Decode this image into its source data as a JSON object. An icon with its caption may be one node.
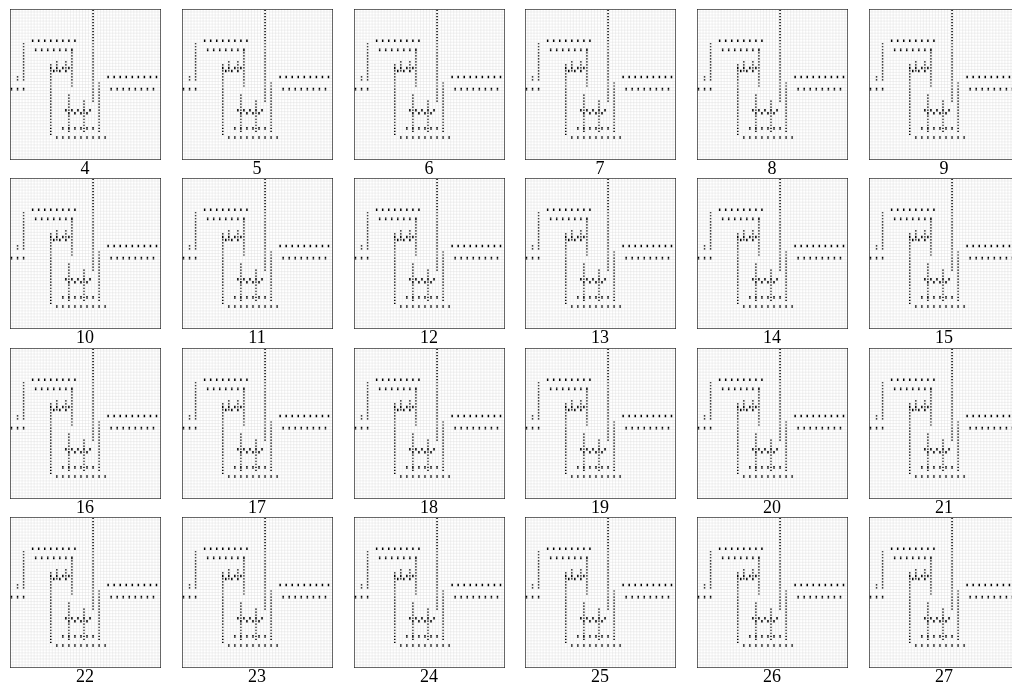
{
  "diagram": {
    "labels": [
      "4",
      "5",
      "6",
      "7",
      "8",
      "9",
      "10",
      "11",
      "12",
      "13",
      "14",
      "15",
      "16",
      "17",
      "18",
      "19",
      "20",
      "21",
      "22",
      "23",
      "24",
      "25",
      "26",
      "27"
    ]
  }
}
